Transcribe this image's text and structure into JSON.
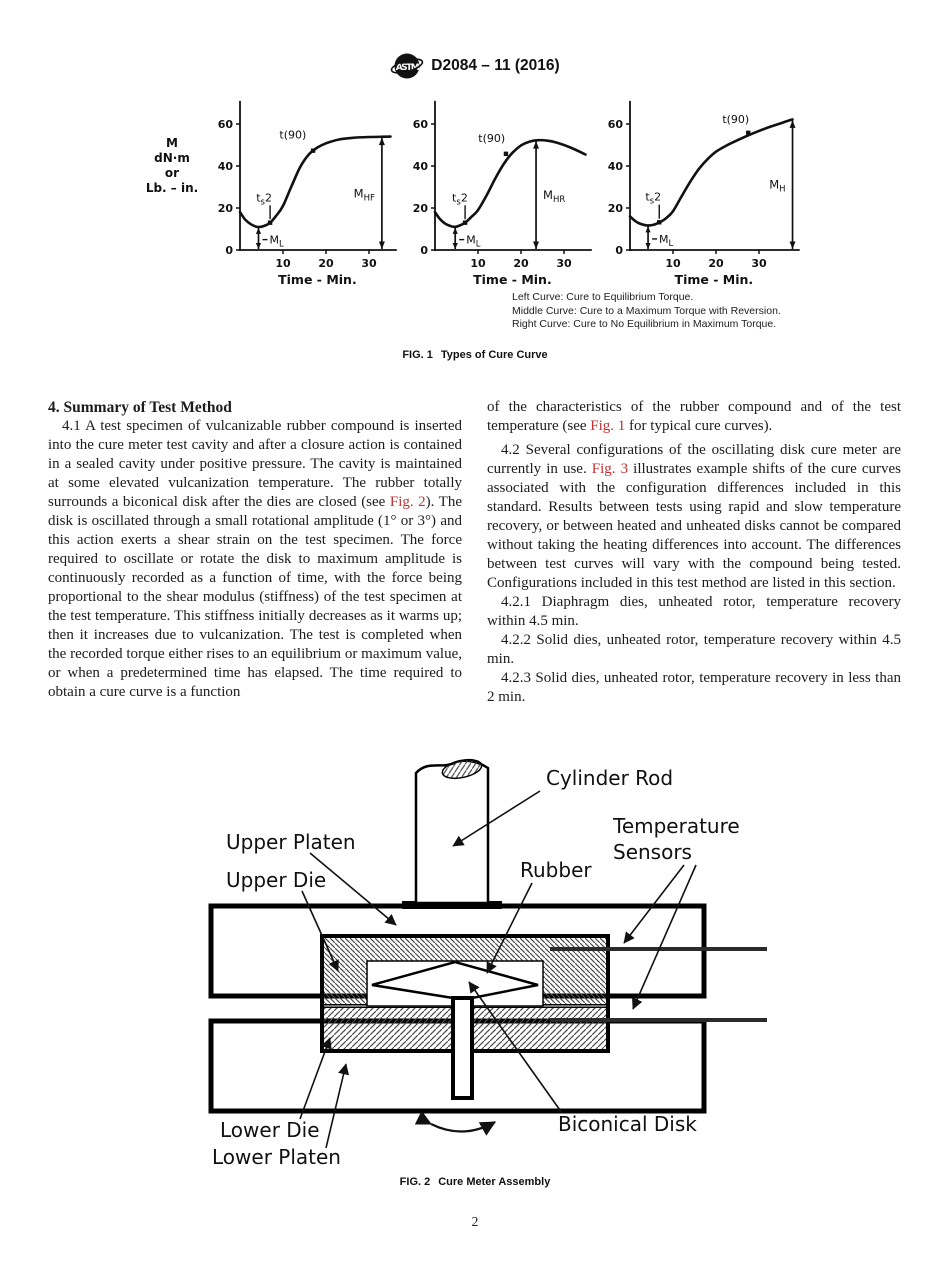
{
  "colors": {
    "ink": "#111111",
    "link_red": "#c23030",
    "hatch": "#4a4a4a"
  },
  "header": {
    "logo": "ASTM",
    "standard": "D2084 – 11 (2016)"
  },
  "fig1": {
    "unit_lines": [
      "M",
      "dN·m",
      "or",
      "Lb. – in."
    ],
    "notes": [
      "Left Curve: Cure to Equilibrium Torque.",
      "Middle Curve: Cure to a Maximum Torque with Reversion.",
      "Right Curve: Cure to No Equilibrium in Maximum Torque."
    ],
    "caption_label": "FIG. 1",
    "caption_title": "Types of Cure Curve"
  },
  "chart_data": [
    {
      "type": "line",
      "name": "left-equilibrium-torque",
      "title": "Cure to Equilibrium Torque",
      "xlabel": "Time - Min.",
      "ylabel": "M dN·m or Lb. – in.",
      "x_ticks": [
        10,
        20,
        30
      ],
      "y_ticks": [
        0,
        20,
        40,
        60
      ],
      "xlim": [
        0,
        36
      ],
      "ylim": [
        0,
        71
      ],
      "padL": 38,
      "points": [
        [
          0,
          18
        ],
        [
          1.2,
          14.5
        ],
        [
          2.5,
          12.3
        ],
        [
          4,
          11
        ],
        [
          5.5,
          11.4
        ],
        [
          7,
          13
        ],
        [
          8.5,
          16.5
        ],
        [
          10,
          21
        ],
        [
          12,
          30.5
        ],
        [
          14,
          39.5
        ],
        [
          16,
          45.5
        ],
        [
          18,
          48.8
        ],
        [
          20,
          50.8
        ],
        [
          23,
          52.6
        ],
        [
          26,
          53.4
        ],
        [
          30,
          53.8
        ],
        [
          35,
          54
        ]
      ],
      "annotations": {
        "t90": {
          "x": 17,
          "y": 47.3,
          "label": "t(90)",
          "label_x": 12.3,
          "label_y": 53
        },
        "ts2": {
          "x": 7,
          "y": 13,
          "label": "t_{s}2",
          "label_x": 5.6,
          "label_y": 23.2
        },
        "ML": {
          "x": 4.3,
          "y": 11,
          "label": "M_{L}"
        },
        "MH": {
          "x": 33,
          "y": 54,
          "label": "M_{HF}",
          "side": "left"
        }
      }
    },
    {
      "type": "line",
      "name": "middle-reversion",
      "title": "Cure to a Maximum Torque with Reversion",
      "xlabel": "Time - Min.",
      "x_ticks": [
        10,
        20,
        30
      ],
      "y_ticks": [
        0,
        20,
        40,
        60
      ],
      "xlim": [
        0,
        36
      ],
      "ylim": [
        0,
        71
      ],
      "padL": 34,
      "points": [
        [
          0,
          18
        ],
        [
          1.2,
          14.6
        ],
        [
          2.5,
          12.4
        ],
        [
          4.5,
          11
        ],
        [
          6,
          11.9
        ],
        [
          7,
          13
        ],
        [
          8.5,
          15.8
        ],
        [
          10,
          19
        ],
        [
          12,
          26
        ],
        [
          14,
          34
        ],
        [
          16,
          41
        ],
        [
          18,
          46.3
        ],
        [
          20,
          49.8
        ],
        [
          22,
          51.6
        ],
        [
          24,
          52.3
        ],
        [
          26,
          52.1
        ],
        [
          28.5,
          51
        ],
        [
          31.5,
          48.8
        ],
        [
          35,
          45.5
        ]
      ],
      "annotations": {
        "t90": {
          "x": 16.5,
          "y": 45.8,
          "label": "t(90)",
          "label_x": 13.2,
          "label_y": 51.5
        },
        "ts2": {
          "x": 7,
          "y": 13,
          "label": "t_{s}2",
          "label_x": 5.8,
          "label_y": 23.2
        },
        "ML": {
          "x": 4.7,
          "y": 11,
          "label": "M_{L}"
        },
        "MH": {
          "x": 23.5,
          "y": 52.3,
          "label": "M_{HR}",
          "side": "right"
        }
      }
    },
    {
      "type": "line",
      "name": "right-no-equilibrium",
      "title": "Cure to No Equilibrium in Maximum Torque",
      "xlabel": "Time - Min.",
      "x_ticks": [
        10,
        20,
        30
      ],
      "y_ticks": [
        0,
        20,
        40,
        60
      ],
      "xlim": [
        0,
        39
      ],
      "ylim": [
        0,
        71
      ],
      "padL": 34,
      "points": [
        [
          0,
          16
        ],
        [
          1.2,
          13.8
        ],
        [
          2.5,
          12.4
        ],
        [
          4,
          11.7
        ],
        [
          5.5,
          12
        ],
        [
          7,
          13.3
        ],
        [
          8.5,
          15.3
        ],
        [
          10,
          18.5
        ],
        [
          12,
          25.5
        ],
        [
          14,
          32.5
        ],
        [
          16,
          38.5
        ],
        [
          18,
          43.2
        ],
        [
          20,
          46.8
        ],
        [
          22.5,
          49.8
        ],
        [
          25,
          52.3
        ],
        [
          27.5,
          54.6
        ],
        [
          30,
          56.7
        ],
        [
          32.5,
          58.6
        ],
        [
          35,
          60.3
        ],
        [
          37.8,
          62.2
        ]
      ],
      "annotations": {
        "t90": {
          "x": 27.5,
          "y": 55.8,
          "label": "t(90)",
          "label_x": 24.6,
          "label_y": 60.5
        },
        "ts2": {
          "x": 6.8,
          "y": 13.2,
          "label": "t_{s}2",
          "label_x": 5.4,
          "label_y": 23.5
        },
        "ML": {
          "x": 4.2,
          "y": 11.7,
          "label": "M_{L}"
        },
        "MH": {
          "x": 37.8,
          "y": 62.2,
          "label": "M_{H}",
          "side": "left"
        }
      }
    }
  ],
  "sec4": {
    "heading": "4.  Summary of Test Method",
    "p41a": "4.1 A test specimen of vulcanizable rubber compound is inserted into the cure meter test cavity and after a closure action is contained in a sealed cavity under positive pressure. The cavity is maintained at some elevated vulcanization temperature. The rubber totally surrounds a biconical disk after the dies are closed (see [[Fig. 2]]). The disk is oscillated through a small rotational amplitude (1° or 3°) and this action exerts a shear strain on the test specimen. The force required to oscillate or rotate the disk to maximum amplitude is continuously recorded as a function of time, with the force being proportional to the shear modulus (stiffness) of the test specimen at the test temperature. This stiffness initially decreases as it warms up; then it increases due to vulcanization. The test is completed when the recorded torque either rises to an equilibrium or maximum value, or when a predetermined time has elapsed. The time required to obtain a cure curve is a function",
    "p41b": "of the characteristics of the rubber compound and of the test temperature (see [[Fig. 1]] for typical cure curves).",
    "p42": "4.2 Several configurations of the oscillating disk cure meter are currently in use. [[Fig. 3]] illustrates example shifts of the cure curves associated with the configuration differences included in this standard. Results between tests using rapid and slow temperature recovery, or between heated and unheated disks cannot be compared without taking the heating differences into account. The differences between test curves will vary with the compound being tested. Configurations included in this test method are listed in this section.",
    "p421": "4.2.1 Diaphragm dies, unheated rotor, temperature recovery within 4.5 min.",
    "p422": "4.2.2 Solid dies, unheated rotor, temperature recovery within 4.5 min.",
    "p423": "4.2.3 Solid dies, unheated rotor, temperature recovery in less than 2 min."
  },
  "fig2": {
    "caption_label": "FIG. 2",
    "caption_title": "Cure Meter Assembly",
    "labels": {
      "upper_platen": "Upper Platen",
      "upper_die": "Upper Die",
      "cylinder_rod": "Cylinder Rod",
      "rubber": "Rubber",
      "temperature": "Temperature",
      "sensors": "Sensors",
      "lower_die": "Lower Die",
      "lower_platen": "Lower Platen",
      "biconical_disk": "Biconical Disk"
    }
  },
  "footer": {
    "page_number": "2"
  }
}
